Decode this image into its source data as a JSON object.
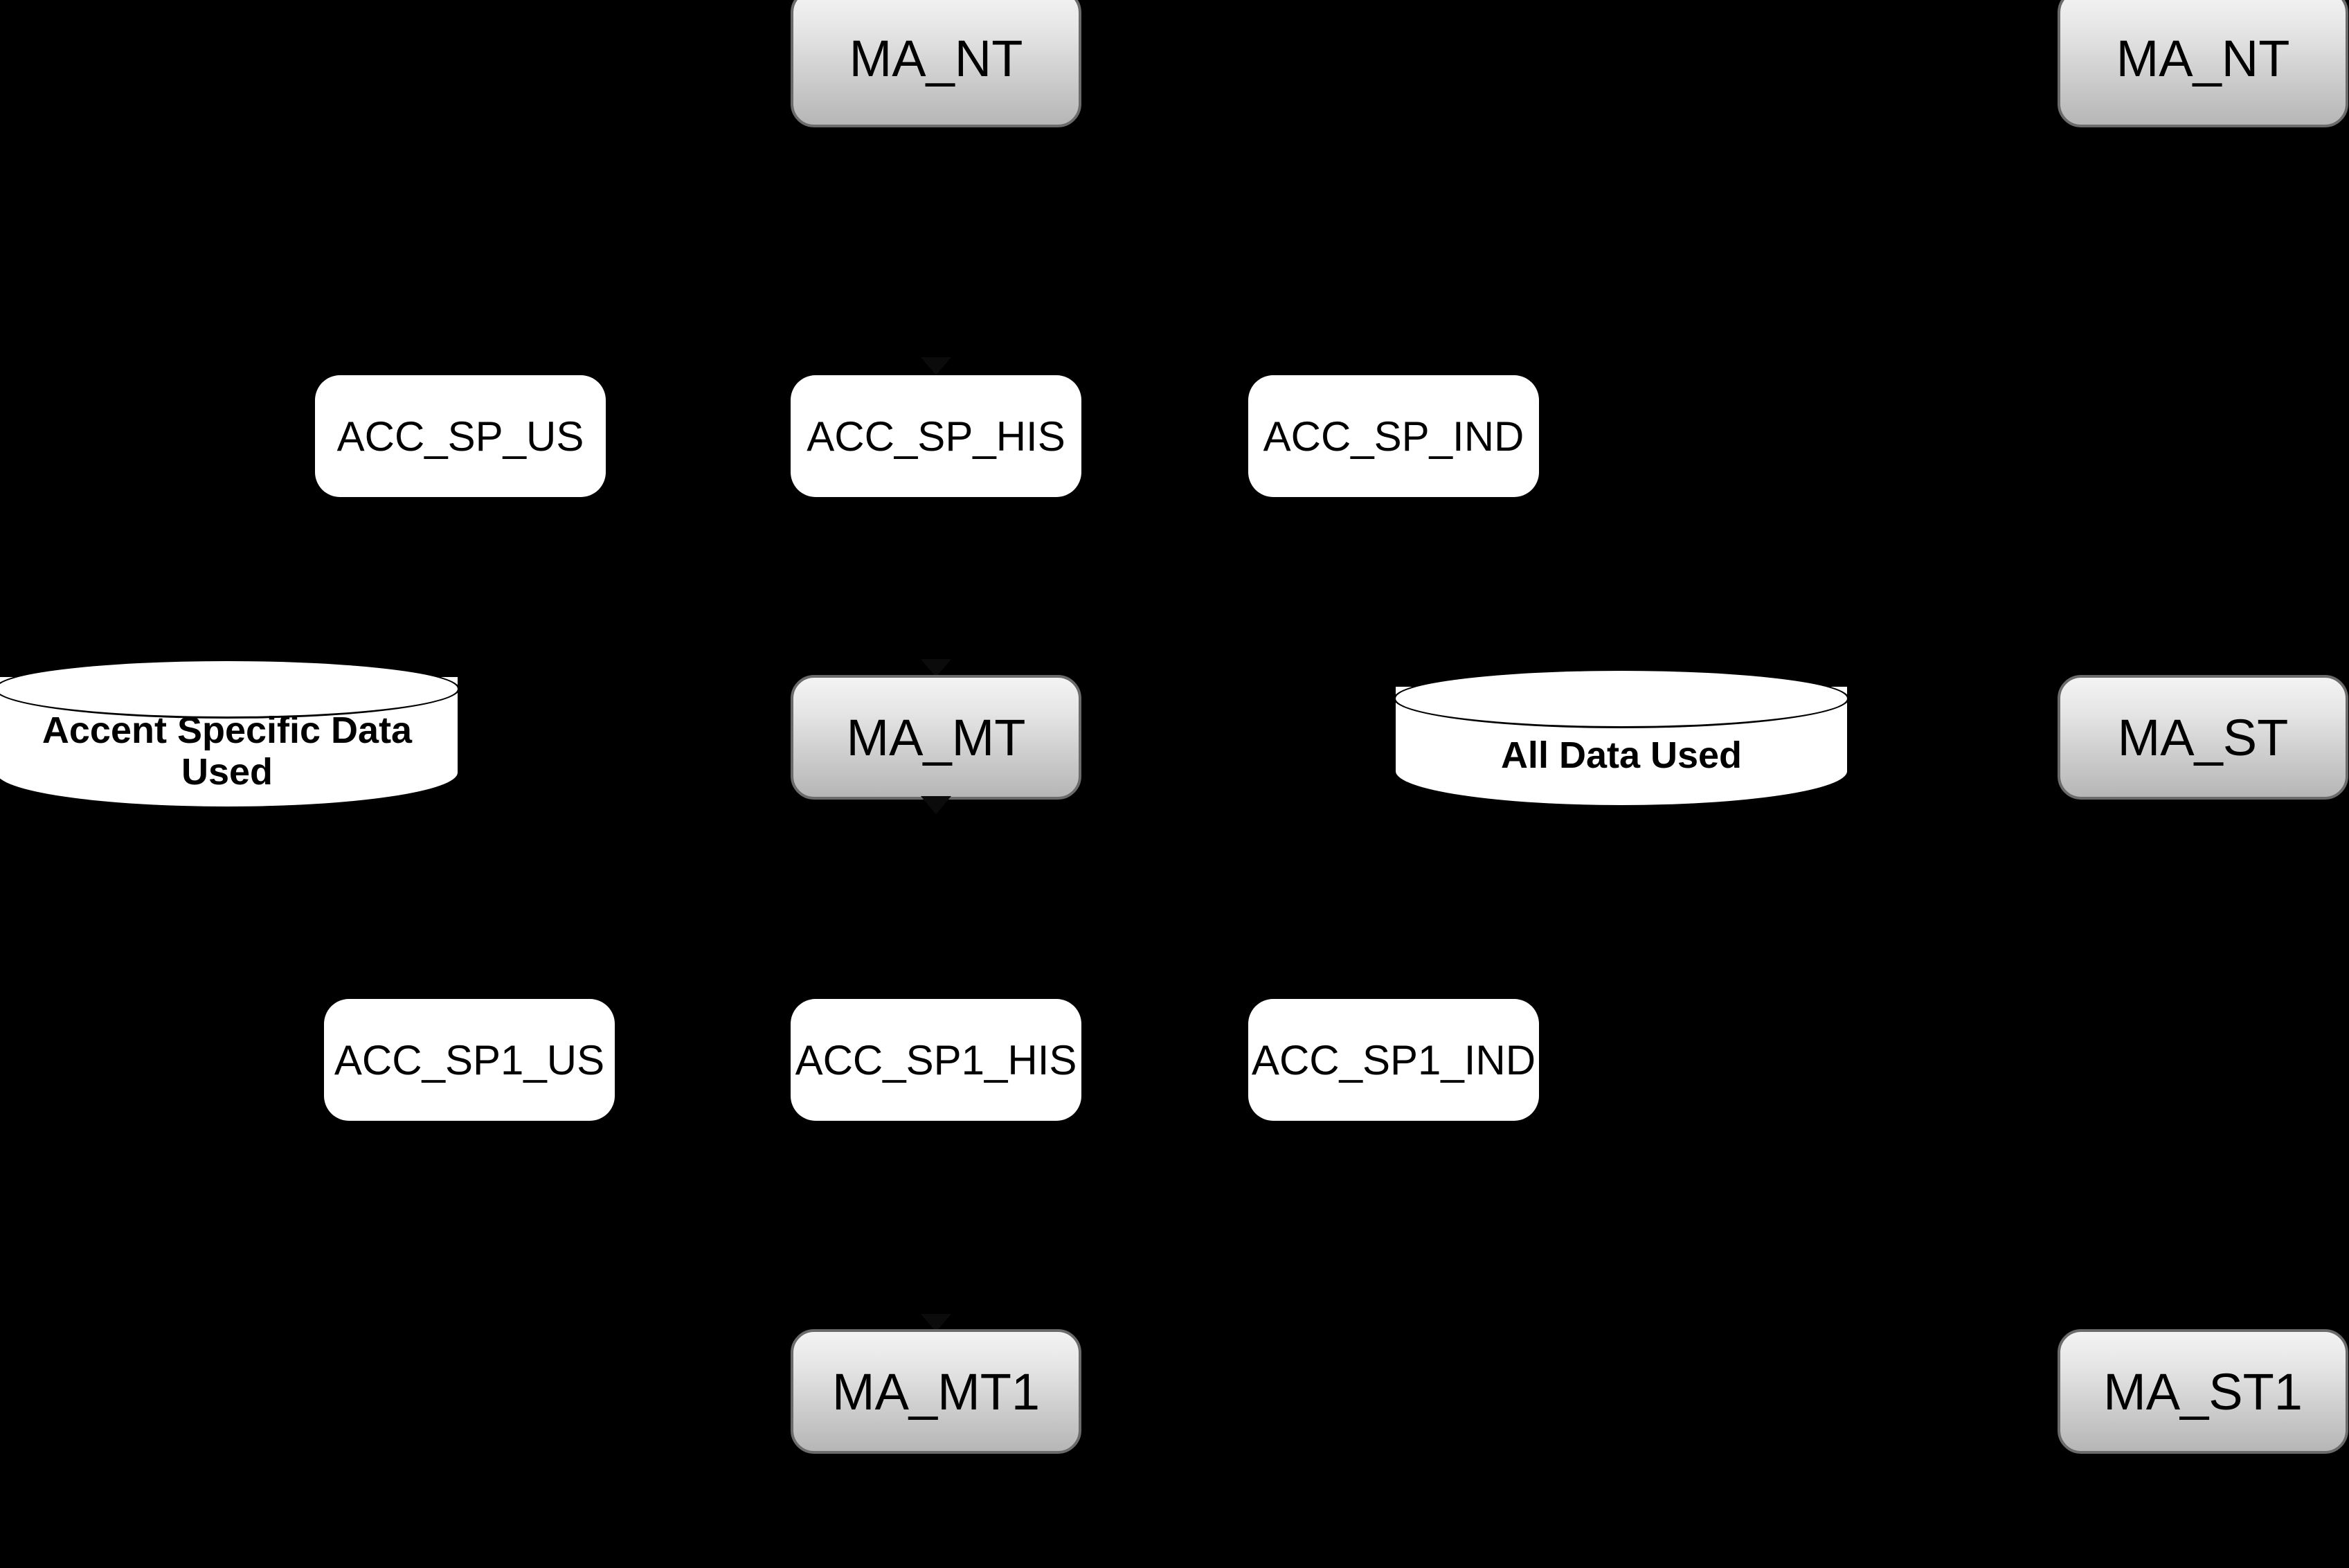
{
  "diagram": {
    "title": "Accent model architecture diagram",
    "background_color": "#000000",
    "node_fill_model": "#d8d8d8",
    "node_fill_accent": "#ffffff",
    "node_border_model": "#6b6b6b",
    "text_color": "#000000"
  },
  "nodes": [
    {
      "id": "ma_nt_center",
      "label": "MA_NT",
      "type": "model"
    },
    {
      "id": "ma_nt_right",
      "label": "MA_NT",
      "type": "model"
    },
    {
      "id": "acc_sp_us",
      "label": "ACC_SP_US",
      "type": "accent"
    },
    {
      "id": "acc_sp_his",
      "label": "ACC_SP_HIS",
      "type": "accent"
    },
    {
      "id": "acc_sp_ind",
      "label": "ACC_SP_IND",
      "type": "accent"
    },
    {
      "id": "accent_db",
      "label": "Accent Specific Data Used",
      "type": "cylinder"
    },
    {
      "id": "ma_mt",
      "label": "MA_MT",
      "type": "model"
    },
    {
      "id": "all_db",
      "label": "All Data Used",
      "type": "cylinder"
    },
    {
      "id": "ma_st",
      "label": "MA_ST",
      "type": "model"
    },
    {
      "id": "acc_sp1_us",
      "label": "ACC_SP1_US",
      "type": "accent"
    },
    {
      "id": "acc_sp1_his",
      "label": "ACC_SP1_HIS",
      "type": "accent"
    },
    {
      "id": "acc_sp1_ind",
      "label": "ACC_SP1_IND",
      "type": "accent"
    },
    {
      "id": "ma_mt1",
      "label": "MA_MT1",
      "type": "model"
    },
    {
      "id": "ma_st1",
      "label": "MA_ST1",
      "type": "model"
    }
  ],
  "labels": {
    "ma_nt_center": "MA_NT",
    "ma_nt_right": "MA_NT",
    "acc_sp_us": "ACC_SP_US",
    "acc_sp_his": "ACC_SP_HIS",
    "acc_sp_ind": "ACC_SP_IND",
    "accent_db_line1": "Accent Specific Data",
    "accent_db_line2": "Used",
    "ma_mt": "MA_MT",
    "all_db": "All Data Used",
    "ma_st": "MA_ST",
    "acc_sp1_us": "ACC_SP1_US",
    "acc_sp1_his": "ACC_SP1_HIS",
    "acc_sp1_ind": "ACC_SP1_IND",
    "ma_mt1": "MA_MT1",
    "ma_st1": "MA_ST1"
  }
}
